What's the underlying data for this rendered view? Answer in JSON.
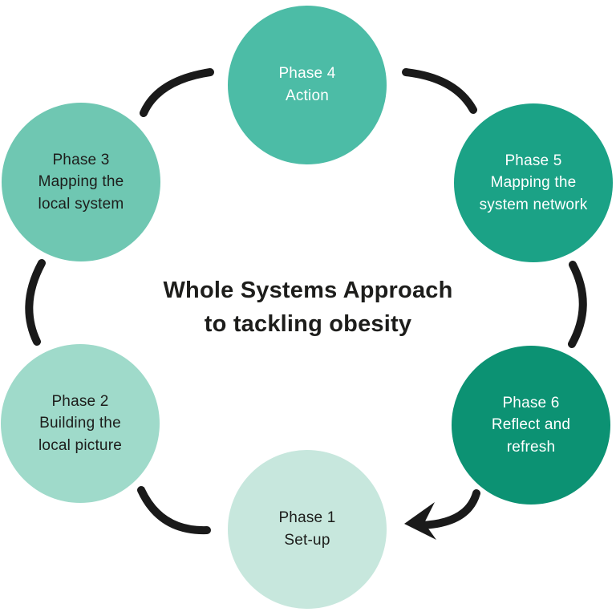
{
  "title": {
    "line1": "Whole Systems Approach",
    "line2": "to tackling obesity",
    "color": "#1d1d1b"
  },
  "phases": [
    {
      "number": "Phase 1",
      "label": "Set-up",
      "bg": "#c7e7dd",
      "fg": "#1d1d1b",
      "position": "bottom"
    },
    {
      "number": "Phase 2",
      "label": "Building the local picture",
      "bg": "#9fdaca",
      "fg": "#1d1d1b",
      "position": "bottom-left"
    },
    {
      "number": "Phase 3",
      "label": "Mapping the local system",
      "bg": "#6fc7b2",
      "fg": "#1d1d1b",
      "position": "top-left"
    },
    {
      "number": "Phase 4",
      "label": "Action",
      "bg": "#4cbca6",
      "fg": "#ffffff",
      "position": "top"
    },
    {
      "number": "Phase 5",
      "label": "Mapping the system network",
      "bg": "#1ba286",
      "fg": "#ffffff",
      "position": "top-right"
    },
    {
      "number": "Phase 6",
      "label": "Reflect and refresh",
      "bg": "#0c9273",
      "fg": "#ffffff",
      "position": "bottom-right"
    }
  ],
  "connectors": {
    "color": "#1a1a1a",
    "arrow_direction": "Phase 6 to Phase 1"
  }
}
